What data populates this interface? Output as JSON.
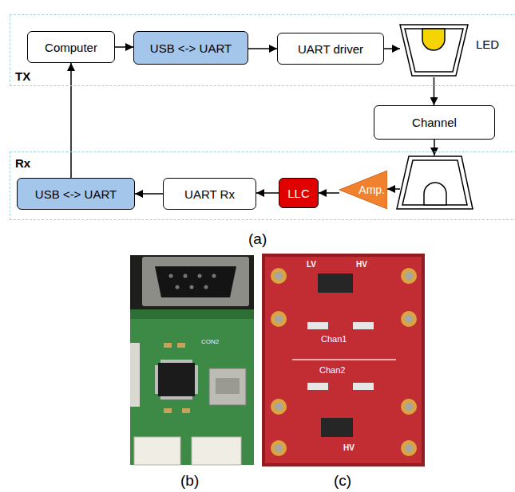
{
  "diagram": {
    "nodes": [
      {
        "text": [
          "TX"
        ]
      },
      {
        "text": [
          "Computer"
        ],
        "in": 0
      },
      {
        "text": [
          "USB <-> UART"
        ],
        "in": 0
      },
      {
        "text": [
          "UART driver"
        ],
        "in": 0
      },
      {
        "text": [
          "LED"
        ],
        "in": 0
      },
      {
        "text": [
          "Channel"
        ]
      },
      {
        "text": [
          "Rx"
        ]
      },
      {
        "text": [
          "Amp."
        ],
        "in": 6
      },
      {
        "text": [
          "LLC"
        ],
        "in": 6
      },
      {
        "text": [
          "UART Rx"
        ],
        "in": 6
      },
      {
        "text": [
          "USB <-> UART"
        ],
        "in": 6
      }
    ],
    "edges": [
      {
        "from": 1,
        "to": 2,
        "arrow": "to"
      },
      {
        "from": 2,
        "to": 3,
        "arrow": "to"
      },
      {
        "from": 3,
        "to": 4,
        "arrow": "to"
      },
      {
        "from": 4,
        "to": 5,
        "arrow": "to"
      },
      {
        "from": 7,
        "to": 8,
        "arrow": "to"
      },
      {
        "from": 8,
        "to": 9,
        "arrow": "to"
      },
      {
        "from": 9,
        "to": 10,
        "arrow": "to"
      },
      {
        "from": 10,
        "to": 1,
        "arrow": "to"
      }
    ],
    "labels": [
      "(a)",
      "(b)",
      "(c)",
      "CON2",
      "LV",
      "HV",
      "Chan1",
      "Chan2",
      "HV"
    ]
  }
}
